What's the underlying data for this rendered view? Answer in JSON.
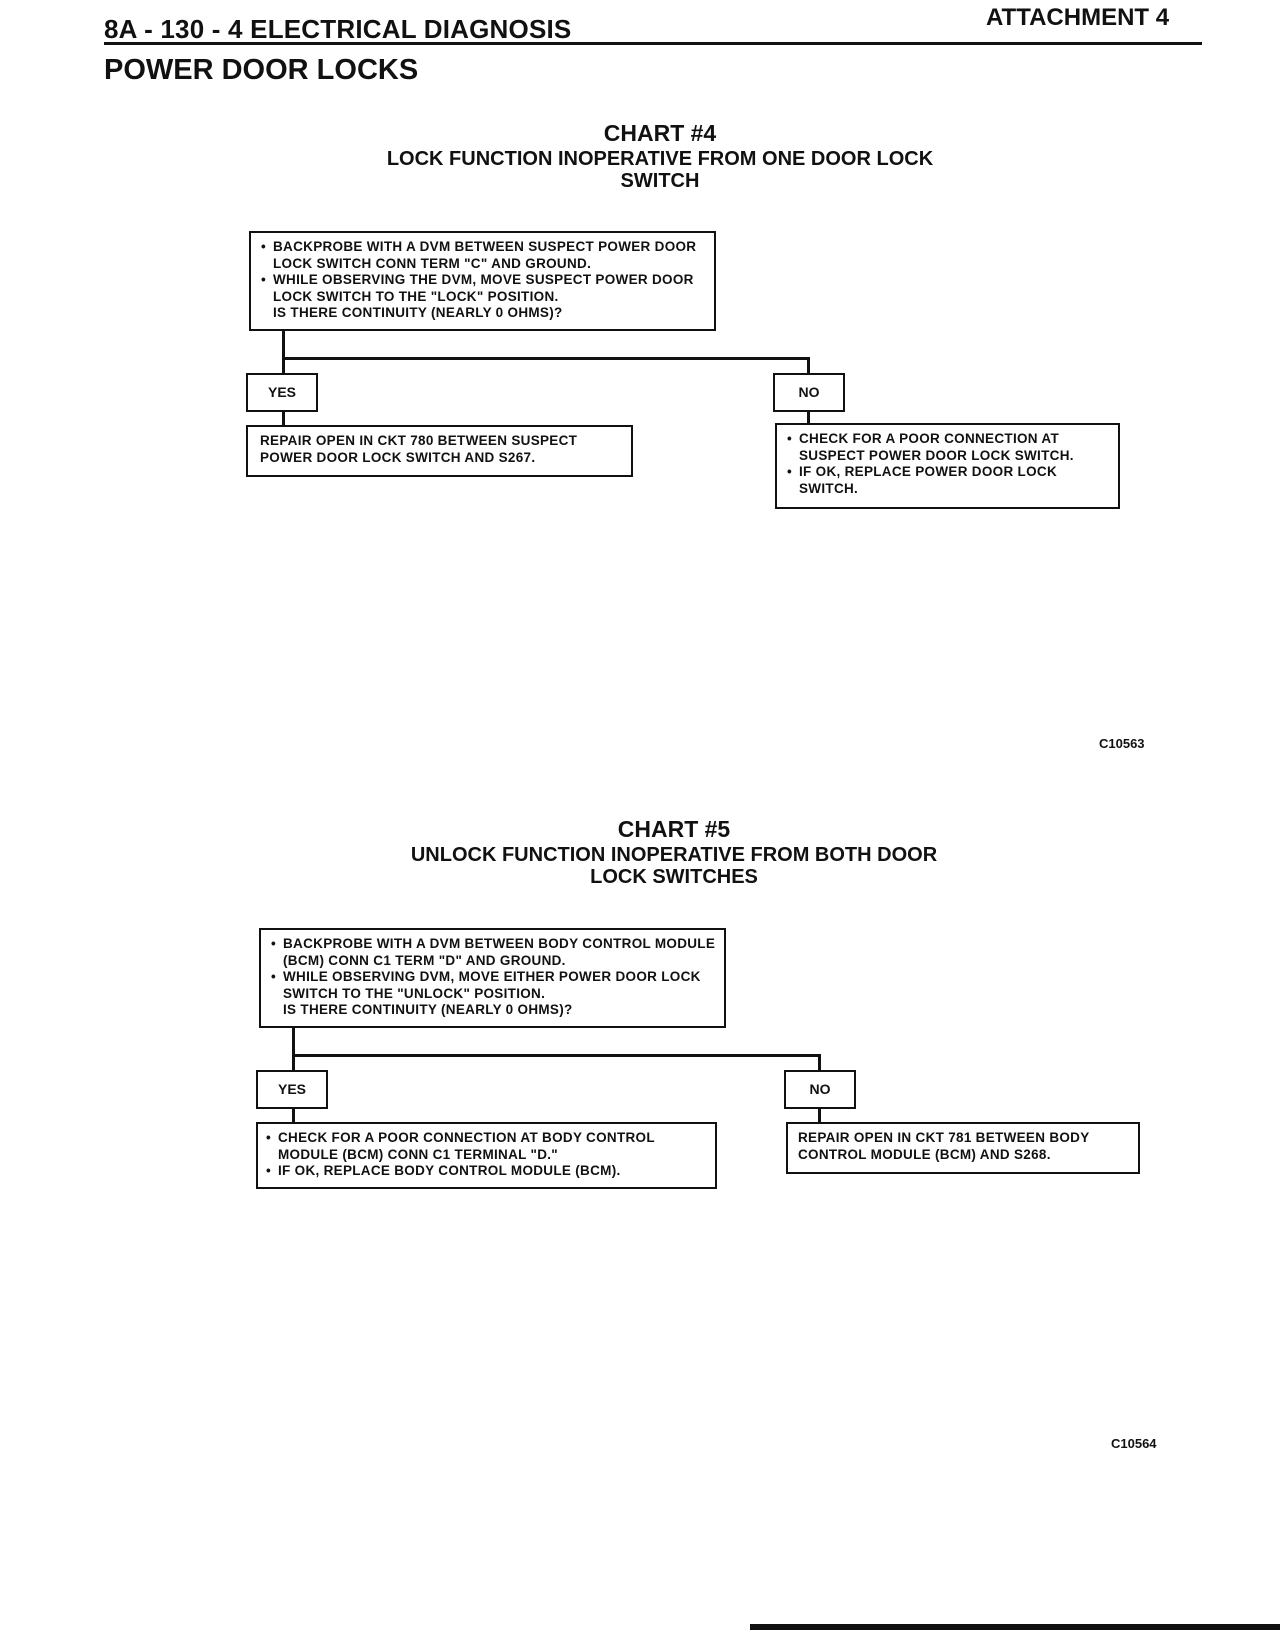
{
  "header": {
    "left": "8A - 130 - 4  ELECTRICAL DIAGNOSIS",
    "right": "ATTACHMENT 4"
  },
  "section_title": "POWER DOOR LOCKS",
  "chart4": {
    "title": "CHART #4",
    "subtitle_line1": "LOCK FUNCTION INOPERATIVE FROM ONE DOOR LOCK",
    "subtitle_line2": "SWITCH",
    "question": {
      "bullet1": "BACKPROBE WITH A DVM BETWEEN SUSPECT POWER DOOR LOCK SWITCH CONN TERM \"C\" AND GROUND.",
      "bullet2": "WHILE OBSERVING THE DVM, MOVE SUSPECT POWER DOOR LOCK SWITCH TO THE \"LOCK\" POSITION.",
      "question": "IS THERE CONTINUITY (NEARLY 0 OHMS)?"
    },
    "yes_label": "YES",
    "no_label": "NO",
    "yes_result": "REPAIR OPEN IN CKT 780 BETWEEN SUSPECT POWER DOOR LOCK SWITCH AND S267.",
    "no_result": {
      "bullet1": "CHECK FOR A POOR CONNECTION AT SUSPECT POWER DOOR LOCK SWITCH.",
      "bullet2": "IF OK, REPLACE POWER DOOR LOCK SWITCH."
    },
    "figure_code": "C10563"
  },
  "chart5": {
    "title": "CHART #5",
    "subtitle_line1": "UNLOCK FUNCTION INOPERATIVE FROM BOTH DOOR",
    "subtitle_line2": "LOCK SWITCHES",
    "question": {
      "bullet1": "BACKPROBE WITH A DVM BETWEEN BODY CONTROL MODULE (BCM) CONN C1 TERM \"D\" AND GROUND.",
      "bullet2": "WHILE OBSERVING DVM, MOVE EITHER POWER DOOR LOCK SWITCH TO THE \"UNLOCK\" POSITION.",
      "question": "IS THERE CONTINUITY (NEARLY 0 OHMS)?"
    },
    "yes_label": "YES",
    "no_label": "NO",
    "yes_result": {
      "bullet1": "CHECK FOR A POOR CONNECTION AT BODY CONTROL MODULE (BCM) CONN C1 TERMINAL \"D.\"",
      "bullet2": "IF OK, REPLACE BODY CONTROL MODULE (BCM)."
    },
    "no_result": "REPAIR OPEN IN CKT 781 BETWEEN BODY CONTROL MODULE (BCM) AND S268.",
    "figure_code": "C10564"
  }
}
